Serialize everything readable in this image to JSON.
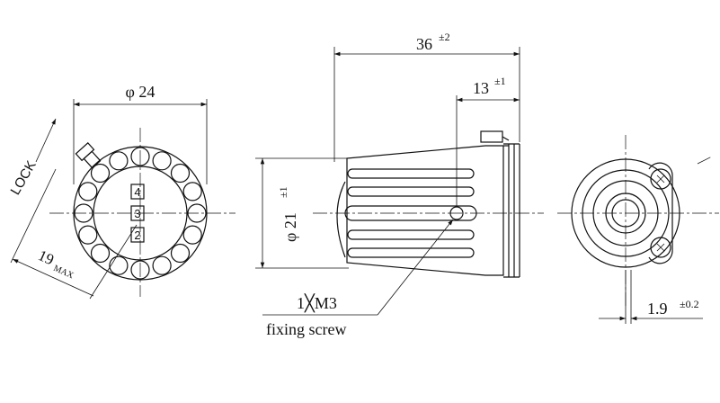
{
  "front_view": {
    "diameter_label": "φ 24",
    "radius_label": "19",
    "radius_suffix": "MAX",
    "lock_label": "LOCK",
    "counter_digits": [
      "2",
      "3",
      "4"
    ]
  },
  "side_view": {
    "length_label": "36",
    "length_tol": "±2",
    "offset_label": "13",
    "offset_tol": "±1",
    "diameter_label": "φ 21",
    "diameter_tol": "±1",
    "screw_label": "1╳M3",
    "screw_caption": "fixing screw"
  },
  "rear_view": {
    "thickness_label": "1.9",
    "thickness_tol": "±0.2"
  }
}
